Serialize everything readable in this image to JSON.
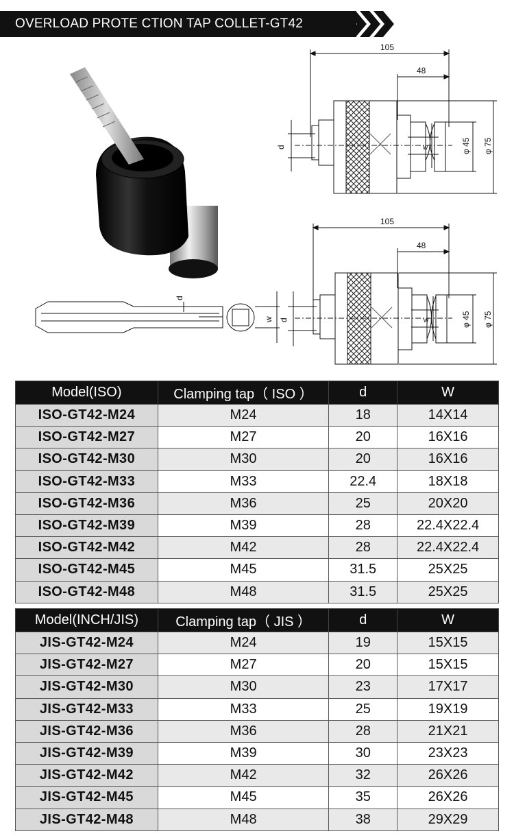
{
  "banner": {
    "title": "OVERLOAD PROTE CTION TAP COLLET-GT42 SYSTEM"
  },
  "drawing_top": {
    "length_total": "105",
    "length_part": "48",
    "label_d": "d",
    "label_w": "w",
    "dia_inner": "φ 45",
    "dia_outer": "φ 75"
  },
  "drawing_bottom": {
    "length_total": "105",
    "length_part": "48",
    "label_d": "d",
    "label_w": "w",
    "dia_inner": "φ 45",
    "dia_outer": "φ 75"
  },
  "tap_drawing": {
    "label_d": "d",
    "label_w": "w"
  },
  "iso_table": {
    "headers": [
      "Model(ISO)",
      "Clamping tap（ ISO ）",
      "d",
      "W"
    ],
    "rows": [
      [
        "ISO-GT42-M24",
        "M24",
        "18",
        "14X14"
      ],
      [
        "ISO-GT42-M27",
        "M27",
        "20",
        "16X16"
      ],
      [
        "ISO-GT42-M30",
        "M30",
        "20",
        "16X16"
      ],
      [
        "ISO-GT42-M33",
        "M33",
        "22.4",
        "18X18"
      ],
      [
        "ISO-GT42-M36",
        "M36",
        "25",
        "20X20"
      ],
      [
        "ISO-GT42-M39",
        "M39",
        "28",
        "22.4X22.4"
      ],
      [
        "ISO-GT42-M42",
        "M42",
        "28",
        "22.4X22.4"
      ],
      [
        "ISO-GT42-M45",
        "M45",
        "31.5",
        "25X25"
      ],
      [
        "ISO-GT42-M48",
        "M48",
        "31.5",
        "25X25"
      ]
    ]
  },
  "jis_table": {
    "headers": [
      "Model(INCH/JIS)",
      "Clamping tap（ JIS ）",
      "d",
      "W"
    ],
    "rows": [
      [
        "JIS-GT42-M24",
        "M24",
        "19",
        "15X15"
      ],
      [
        "JIS-GT42-M27",
        "M27",
        "20",
        "15X15"
      ],
      [
        "JIS-GT42-M30",
        "M30",
        "23",
        "17X17"
      ],
      [
        "JIS-GT42-M33",
        "M33",
        "25",
        "19X19"
      ],
      [
        "JIS-GT42-M36",
        "M36",
        "28",
        "21X21"
      ],
      [
        "JIS-GT42-M39",
        "M39",
        "30",
        "23X23"
      ],
      [
        "JIS-GT42-M42",
        "M42",
        "32",
        "26X26"
      ],
      [
        "JIS-GT42-M45",
        "M45",
        "35",
        "26X26"
      ],
      [
        "JIS-GT42-M48",
        "M48",
        "38",
        "29X29"
      ]
    ]
  },
  "colors": {
    "banner_bg": "#111111",
    "header_bg": "#111111",
    "model_cell_bg": "#d9d9d9"
  }
}
